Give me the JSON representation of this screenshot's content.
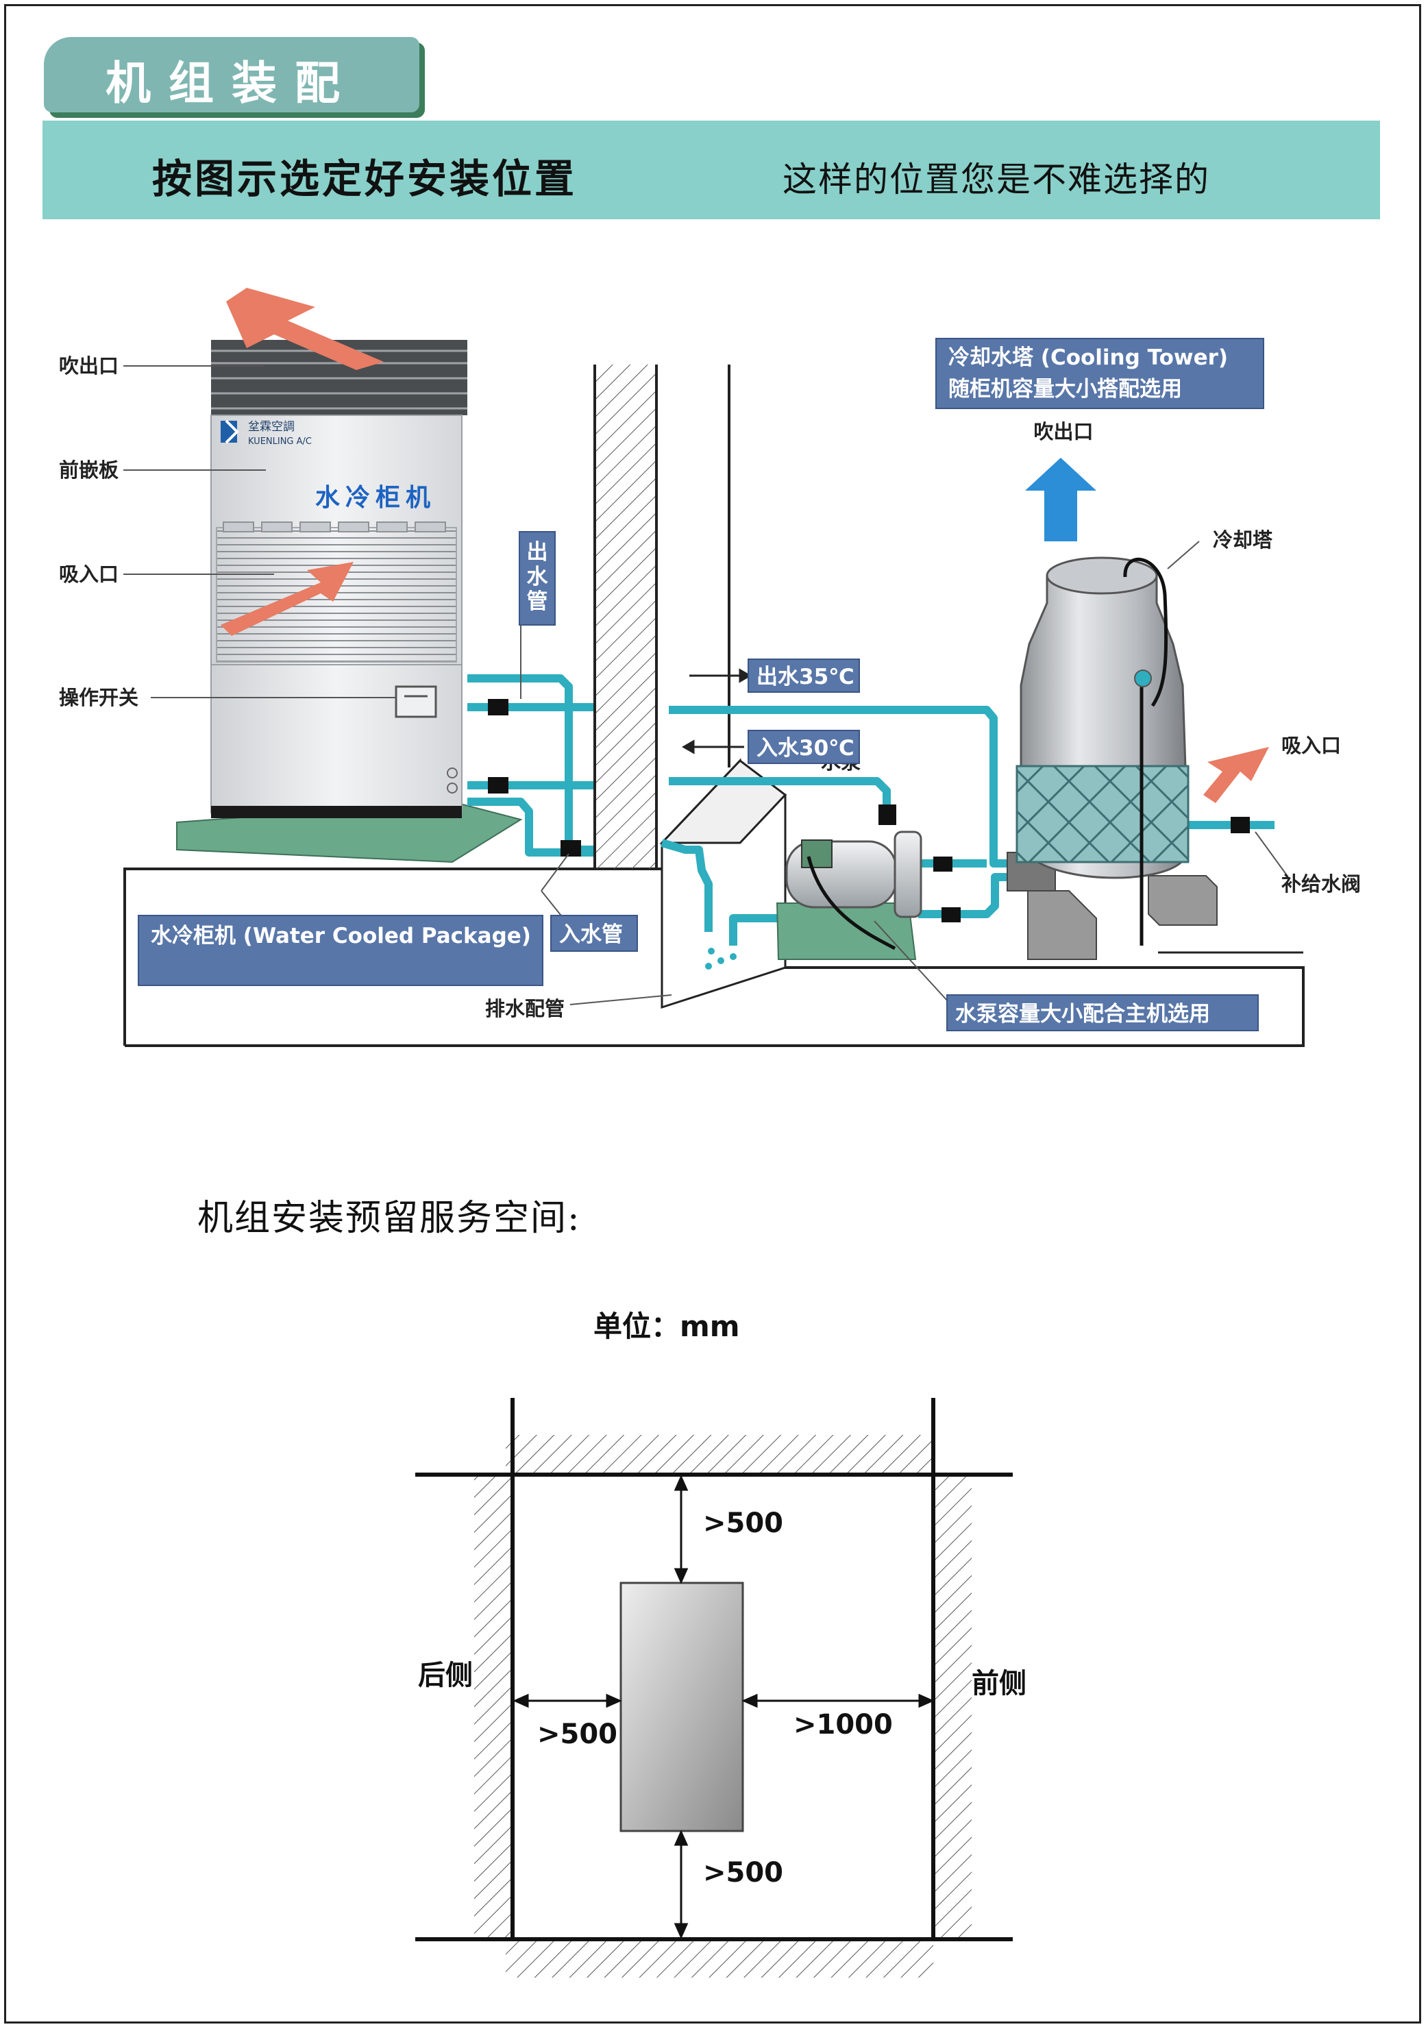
{
  "header": {
    "section_title": "机组装配",
    "banner_left": "按图示选定好安装位置",
    "banner_right": "这样的位置您是不难选择的"
  },
  "diagram": {
    "unit_labels": {
      "outlet": "吹出口",
      "front_panel": "前嵌板",
      "inlet": "吸入口",
      "switch": "操作开关"
    },
    "unit_brand": {
      "cn": "坌霖空調",
      "en": "KUENLING A/C"
    },
    "unit_name": "水冷柜机",
    "pipes": {
      "outlet_pipe": "出水管",
      "inlet_pipe": "入水管",
      "water_out": "出水35℃",
      "water_in": "入水30℃",
      "drain": "排水配管"
    },
    "unit_box": "水冷柜机 (Water Cooled Package)",
    "tower": {
      "box_line1": "冷却水塔 (Cooling Tower)",
      "box_line2": "随柜机容量大小搭配选用",
      "outlet": "吹出口",
      "label": "冷却塔",
      "inlet": "吸入口",
      "valve": "补给水阀"
    },
    "pump": {
      "label": "水泵",
      "box": "水泵容量大小配合主机选用"
    },
    "colors": {
      "pipe": "#2eaebe",
      "label_box": "#5876a8",
      "arrow_orange": "#e87c64",
      "arrow_blue": "#2b8ed6",
      "base_green": "#6aa989"
    }
  },
  "service_space": {
    "title": "机组安装预留服务空间:",
    "unit_text": "单位：mm",
    "top": ">500",
    "bottom": ">500",
    "back": ">500",
    "front": ">1000",
    "back_side": "后侧",
    "front_side": "前侧"
  }
}
